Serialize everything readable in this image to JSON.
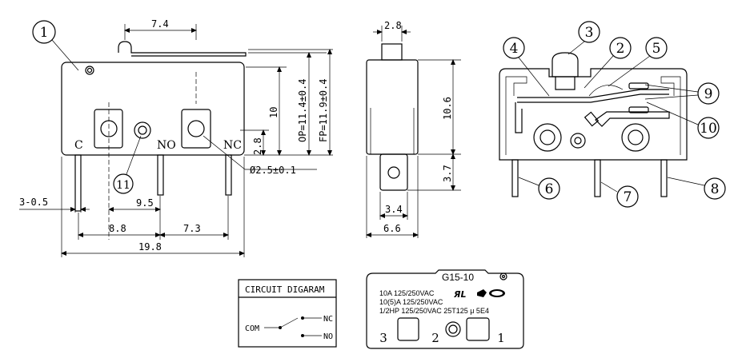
{
  "front_view": {
    "callouts": [
      "1",
      "11"
    ],
    "terminal_labels": [
      "C",
      "NO",
      "NC"
    ],
    "dims": {
      "lever_offset": "7.4",
      "height_to_top": "10",
      "op": "OP=11.4±0.4",
      "fp": "FP=11.9±0.4",
      "pin_height": "2.8",
      "hole_dia": "Ø2.5±0.1",
      "pin_width": "3-0.5",
      "c_to_no": "9.5",
      "c_to_nc": "8.8",
      "no_to_nc": "7.3",
      "overall_width": "19.8"
    }
  },
  "side_view": {
    "dims": {
      "plunger_width": "2.8",
      "body_height": "10.6",
      "terminal_length": "3.7",
      "terminal_width": "3.4",
      "body_width": "6.6"
    }
  },
  "section_view": {
    "callouts": [
      "2",
      "3",
      "4",
      "5",
      "6",
      "7",
      "8",
      "9",
      "10"
    ]
  },
  "circuit_diagram": {
    "title": "CIRCUIT DIGARAM",
    "com": "COM",
    "nc": "NC",
    "no": "NO"
  },
  "marking_view": {
    "model": "G15-10",
    "ratings": [
      "10A 125/250VAC",
      "10(5)A 125/250VAC",
      "1/2HP 125/250VAC 25T125 μ 5E4"
    ],
    "cert_marks": [
      "UL-icon",
      "CSA-icon",
      "CQC-icon"
    ],
    "terminal_numbers": [
      "3",
      "2",
      "1"
    ]
  }
}
